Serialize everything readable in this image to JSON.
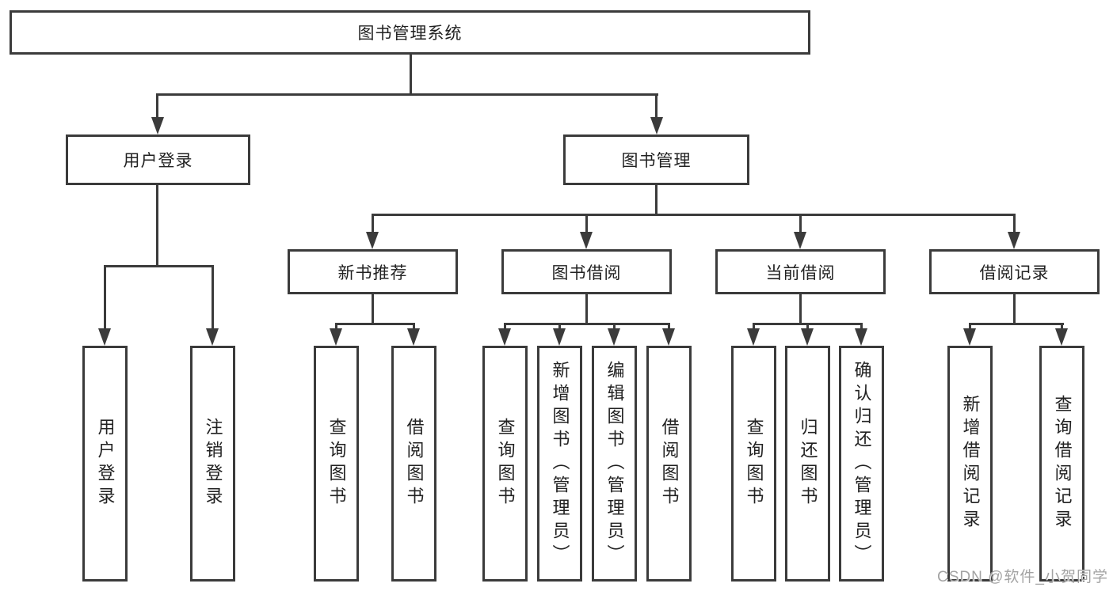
{
  "tree": {
    "root": "图书管理系统",
    "branches": [
      {
        "label": "用户登录",
        "children": [
          "用户登录",
          "注销登录"
        ]
      },
      {
        "label": "图书管理",
        "groups": [
          {
            "label": "新书推荐",
            "children": [
              "查询图书",
              "借阅图书"
            ]
          },
          {
            "label": "图书借阅",
            "children": [
              "查询图书",
              "新增图书（管理员）",
              "编辑图书（管理员）",
              "借阅图书"
            ]
          },
          {
            "label": "当前借阅",
            "children": [
              "查询图书",
              "归还图书",
              "确认归还（管理员）"
            ]
          },
          {
            "label": "借阅记录",
            "children": [
              "新增借阅记录",
              "查询借阅记录"
            ]
          }
        ]
      }
    ]
  },
  "colors": {
    "line": "#3b3b3b",
    "text": "#222222",
    "background": "#ffffff",
    "watermark_gray": "#a3a3a3"
  },
  "watermark": "CSDN @软件_小贺同学"
}
